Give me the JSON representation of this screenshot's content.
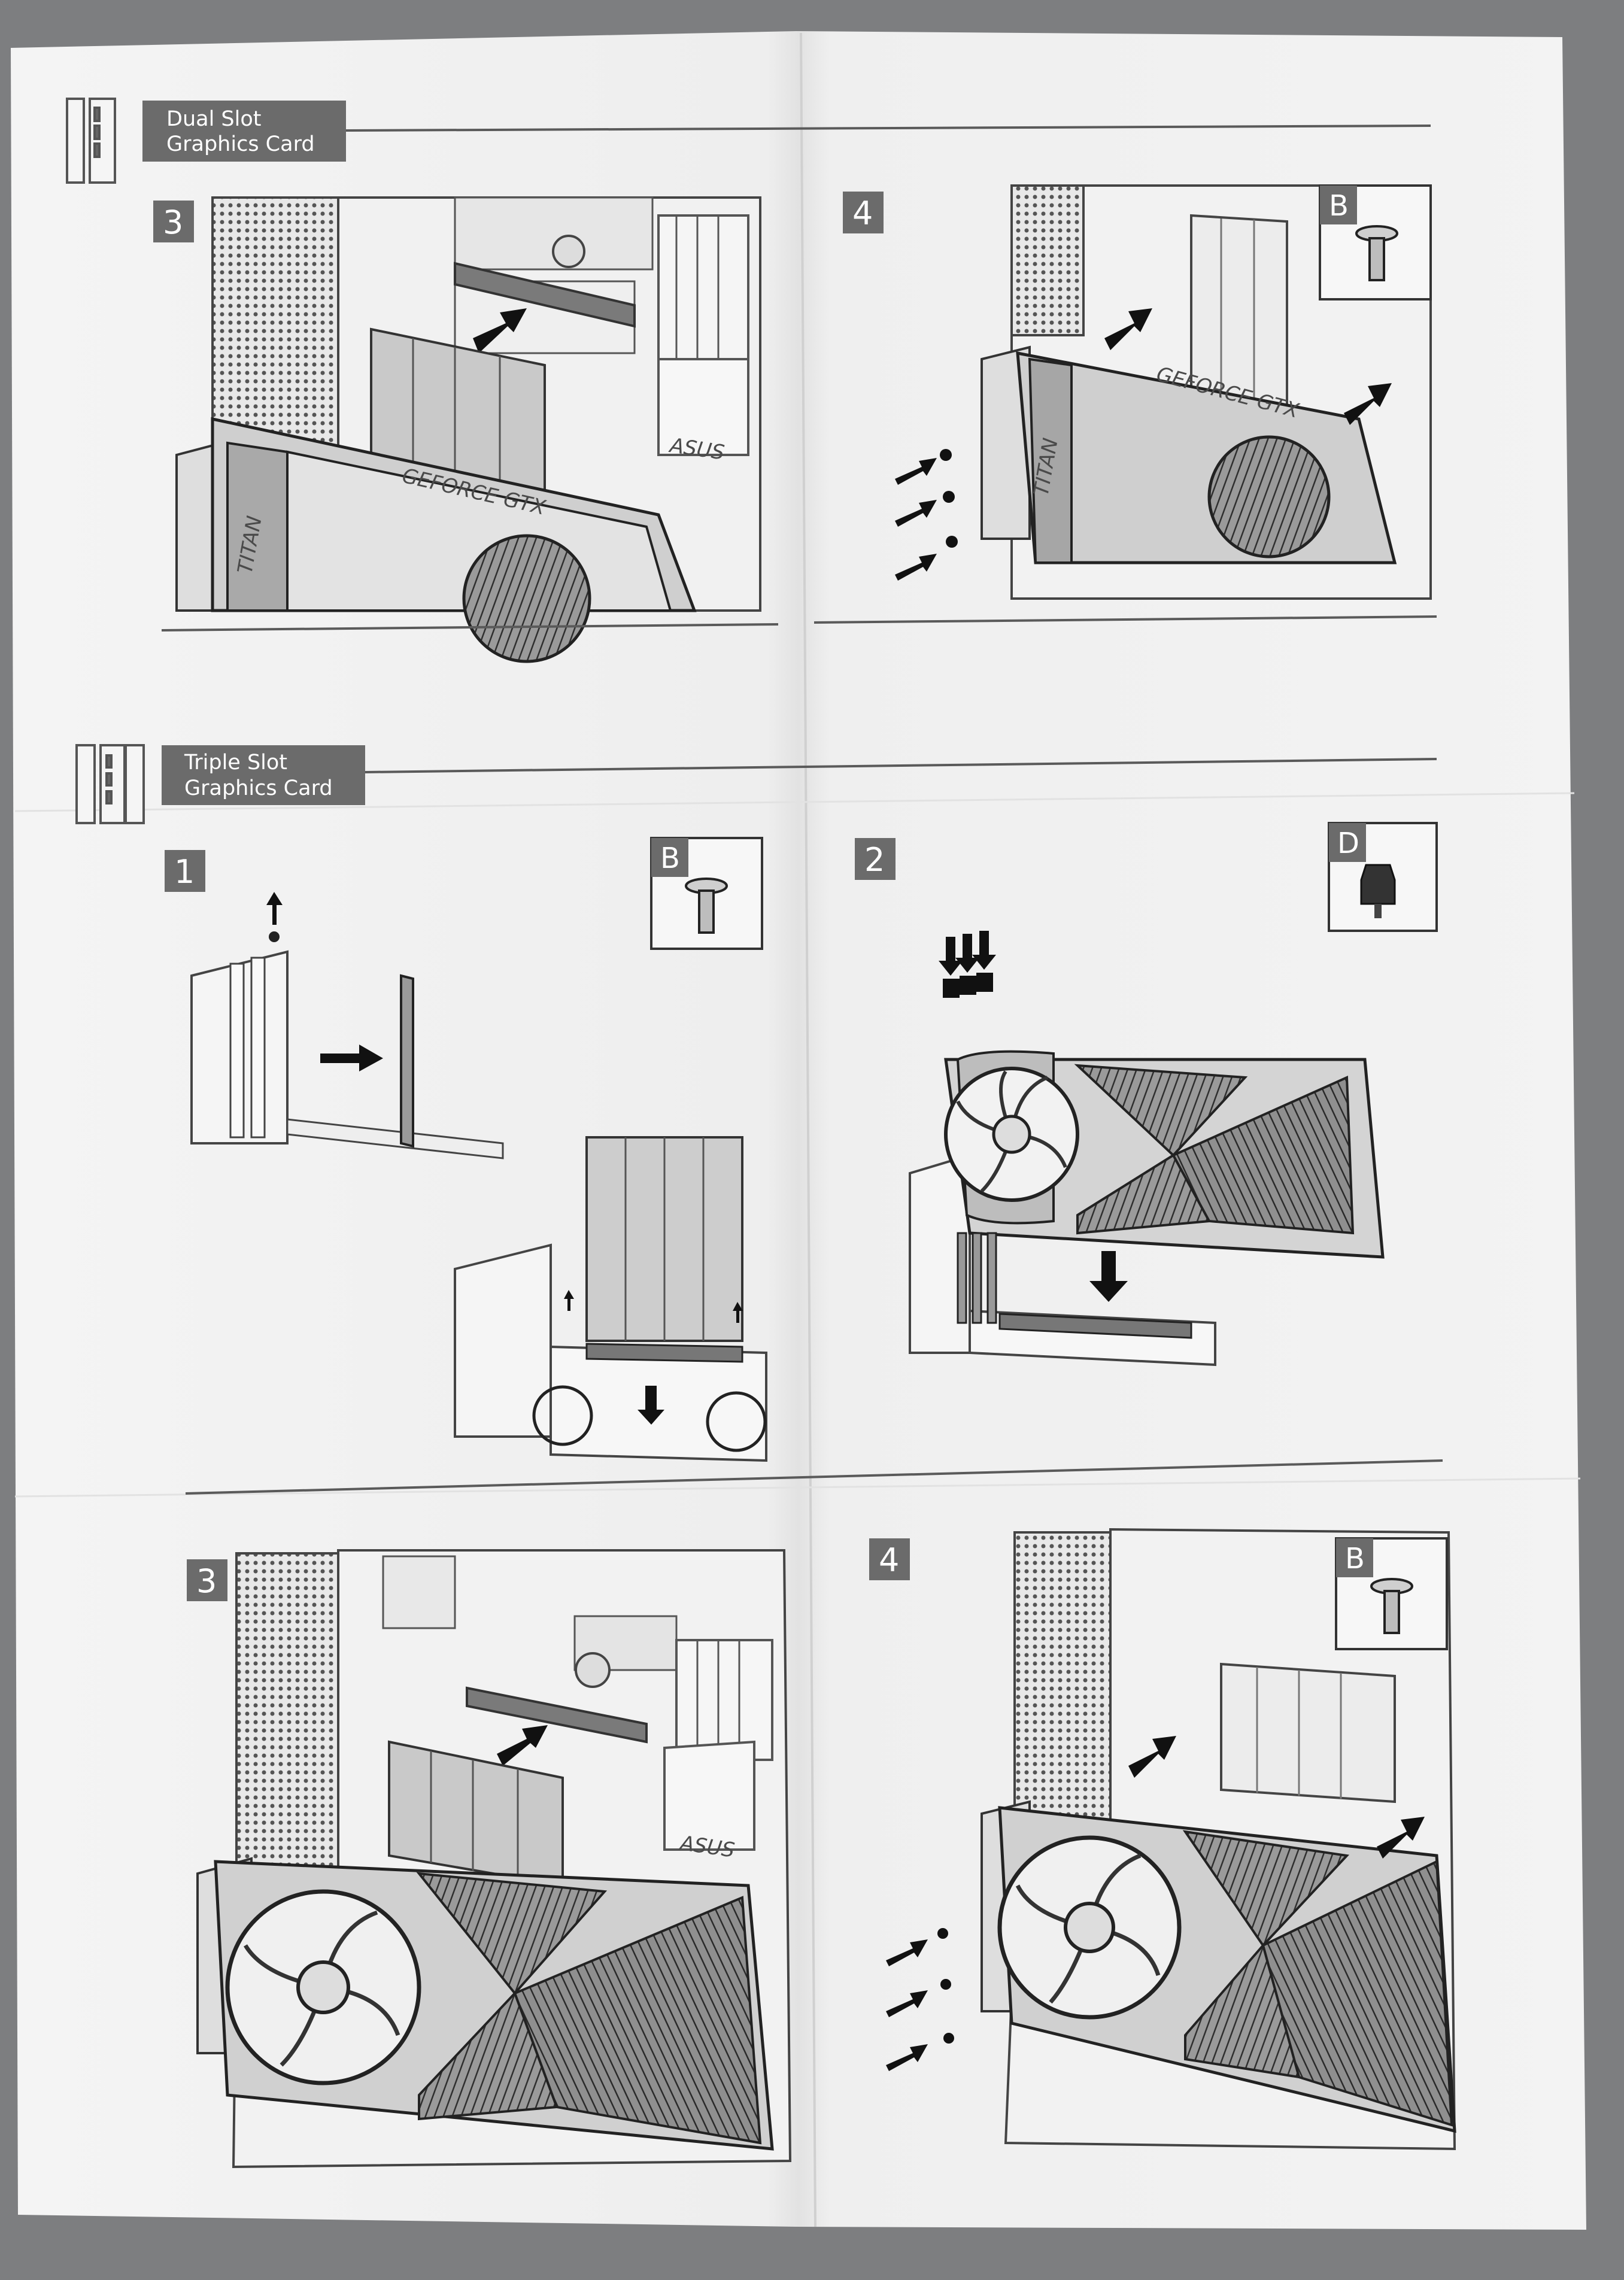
{
  "sections": [
    {
      "title_line1": "Dual Slot",
      "title_line2": "Graphics Card"
    },
    {
      "title_line1": "Triple Slot",
      "title_line2": "Graphics Card"
    }
  ],
  "steps": {
    "dual_3": "3",
    "dual_4": "4",
    "triple_1": "1",
    "triple_2": "2",
    "triple_3": "3",
    "triple_4": "4"
  },
  "parts": {
    "screw_b": "B",
    "standoff_d": "D"
  },
  "card_labels": {
    "titan": "TITAN",
    "geforce": "GEFORCE GTX",
    "asus": "ASUS"
  },
  "colors": {
    "paper": "#f2f2f2",
    "background": "#7d7e80",
    "label_box": "#6b6b6b",
    "line_art": "#3a3a3a"
  }
}
